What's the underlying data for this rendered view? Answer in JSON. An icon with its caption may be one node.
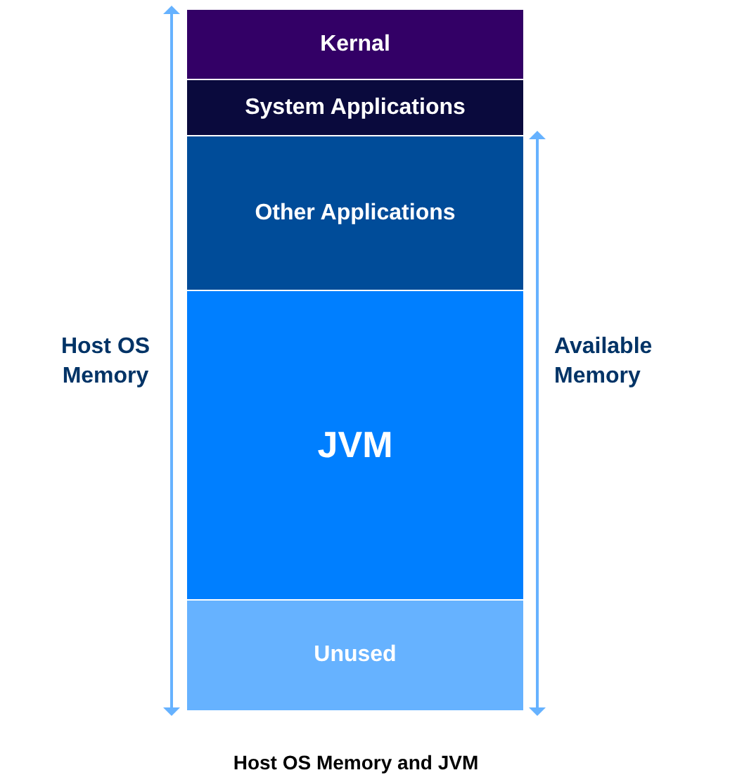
{
  "diagram": {
    "caption": "Host OS Memory and JVM",
    "nodes": [
      {
        "text": [
          "Kernal"
        ]
      },
      {
        "text": [
          "System Applications"
        ]
      },
      {
        "text": [
          "Other Applications"
        ]
      },
      {
        "text": [
          "JVM"
        ]
      },
      {
        "text": [
          "Unused"
        ]
      }
    ],
    "labels": [
      "Host OS Memory",
      "Available Memory"
    ]
  }
}
